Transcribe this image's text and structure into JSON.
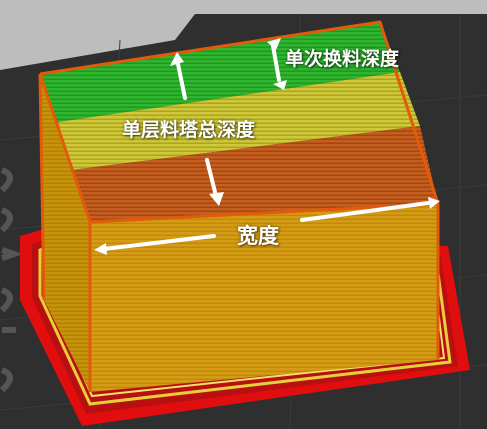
{
  "viewport": {
    "title": "Prime tower preview",
    "background_color": "#bdbdbd",
    "bed_color": "#2e2e2e"
  },
  "labels": {
    "single_change_depth": "单次换料深度",
    "tower_total_depth": "单层料塔总深度",
    "width": "宽度"
  },
  "colors": {
    "top_green": "#2db32d",
    "top_yellow": "#c9c232",
    "top_orange": "#c25a1c",
    "front_face": "#d39a12",
    "side_face": "#c8960a",
    "skirt_red": "#e00e0e",
    "skirt_yellow": "#e6cf3a",
    "edge_orange": "#e25b0b",
    "arrow": "#ffffff"
  }
}
